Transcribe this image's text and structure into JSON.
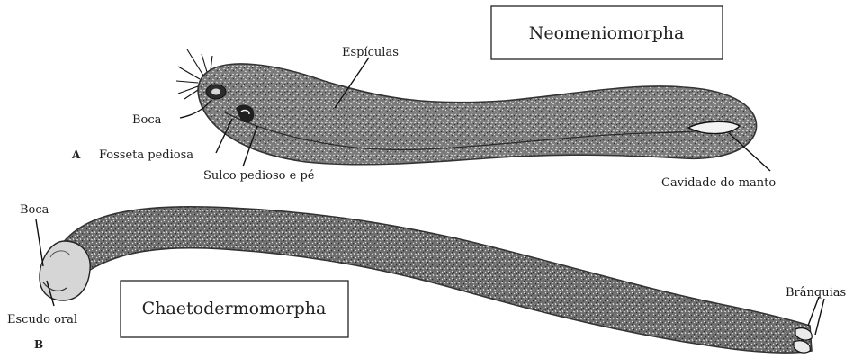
{
  "figure_a": {
    "letter": "A",
    "title": "Neomeniomorpha",
    "labels": {
      "espiculas": "Espículas",
      "boca": "Boca",
      "fosseta": "Fosseta pediosa",
      "sulco": "Sulco pedioso e pé",
      "cavidade": "Cavidade do manto"
    }
  },
  "figure_b": {
    "letter": "B",
    "title": "Chaetodermomorpha",
    "labels": {
      "boca": "Boca",
      "escudo": "Escudo oral",
      "branquias": "Brânquias"
    }
  },
  "colors": {
    "body": "#7a7a7a",
    "body_dark": "#3c3c3c",
    "ink": "#111111"
  }
}
